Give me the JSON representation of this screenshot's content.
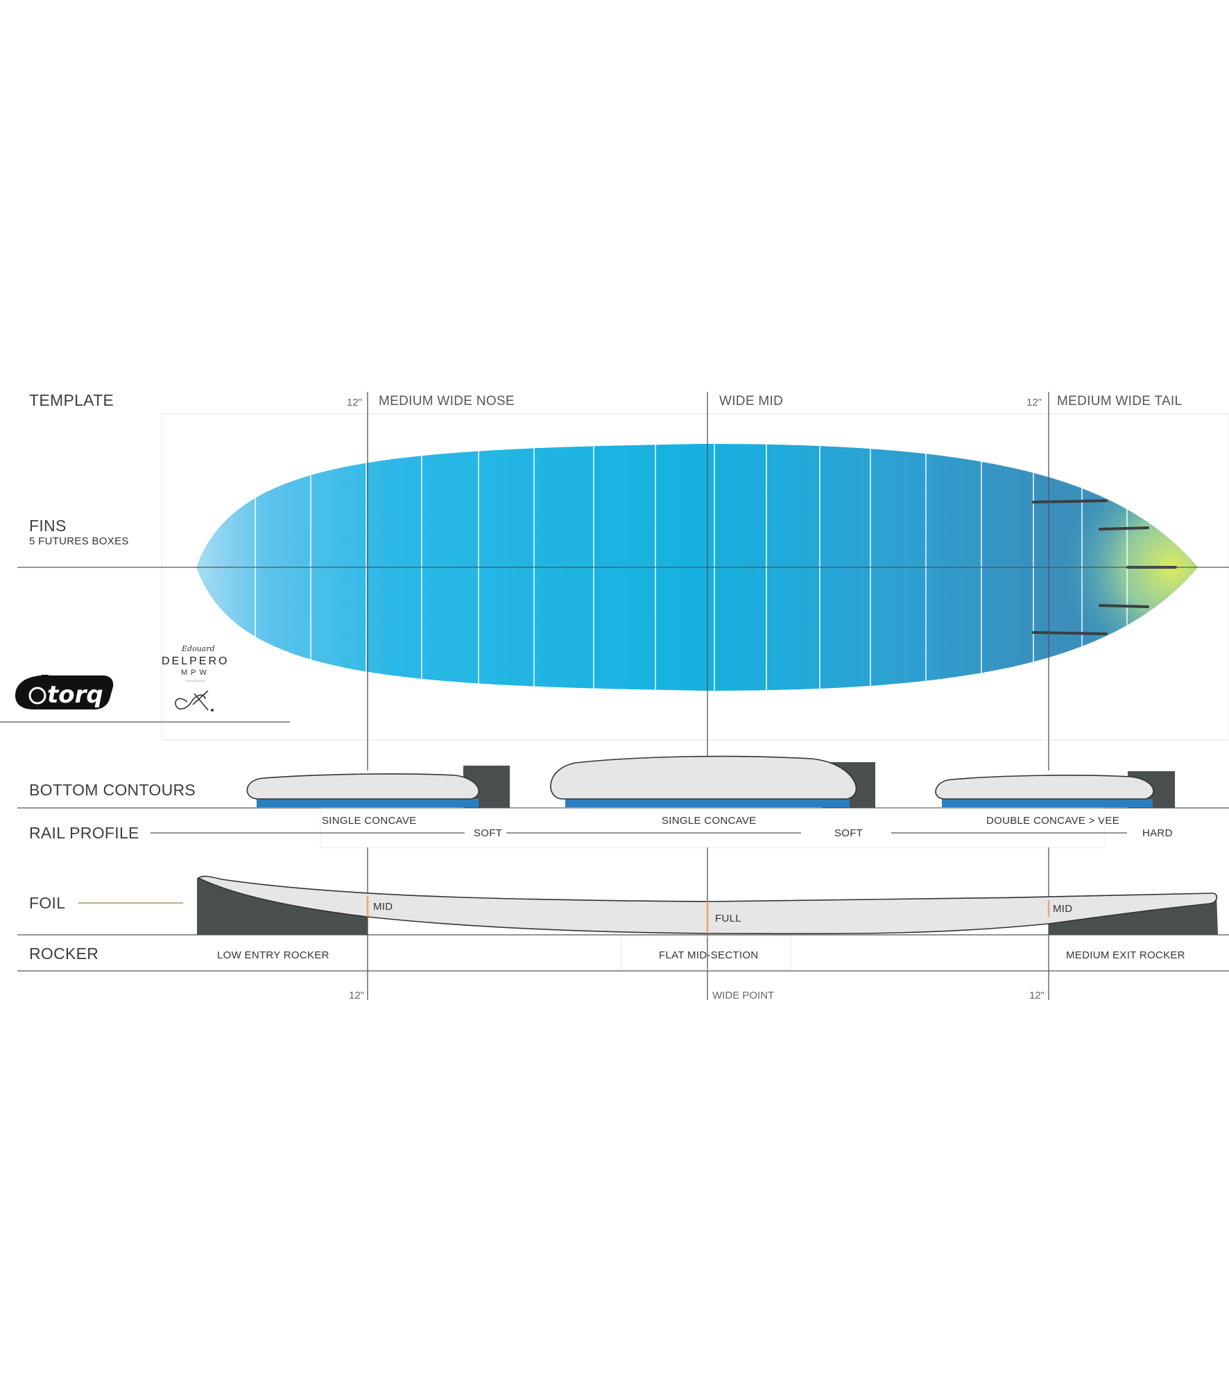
{
  "sections": {
    "template": "TEMPLATE",
    "fins": "FINS",
    "fins_sub": "5 FUTURES BOXES",
    "bottom_contours": "BOTTOM  CONTOURS",
    "rail_profile": "RAIL PROFILE",
    "foil": "FOIL",
    "rocker": "ROCKER"
  },
  "template_labels": {
    "nose_mark": "12\"",
    "nose": "MEDIUM WIDE NOSE",
    "mid": "WIDE MID",
    "tail_mark": "12\"",
    "tail": "MEDIUM WIDE TAIL"
  },
  "bottom_contours": {
    "nose": "SINGLE CONCAVE",
    "mid": "SINGLE CONCAVE",
    "tail": "DOUBLE CONCAVE > VEE"
  },
  "rail_profile": {
    "nose": "SOFT",
    "mid": "SOFT",
    "tail": "HARD"
  },
  "foil": {
    "nose": "MID",
    "mid": "FULL",
    "tail": "MID"
  },
  "rocker": {
    "nose": "LOW ENTRY ROCKER",
    "mid": "FLAT MID-SECTION",
    "tail": "MEDIUM EXIT ROCKER"
  },
  "bottom_marks": {
    "nose": "12\"",
    "mid": "WIDE POINT",
    "tail": "12\""
  },
  "brand": {
    "logo": "torq",
    "shaper_script": "Edouard",
    "shaper": "DELPERO",
    "model": "MPW"
  },
  "icons": {
    "torq_logo": "torq-logo-icon",
    "infinity_heart": "infinity-heart-icon"
  },
  "colors": {
    "board_blue": "#1ab2e0",
    "board_nose": "#8fd0ef",
    "board_tail_blue": "#3d90ba",
    "board_tail_yellow": "#d9ea66",
    "contour_fill": "#e6e6e6",
    "contour_blue": "#2a7fc2",
    "dark_block": "#4a4f4f",
    "accent_orange": "#f0a36a",
    "foil_line": "#c9a883"
  },
  "fin_count": 5
}
